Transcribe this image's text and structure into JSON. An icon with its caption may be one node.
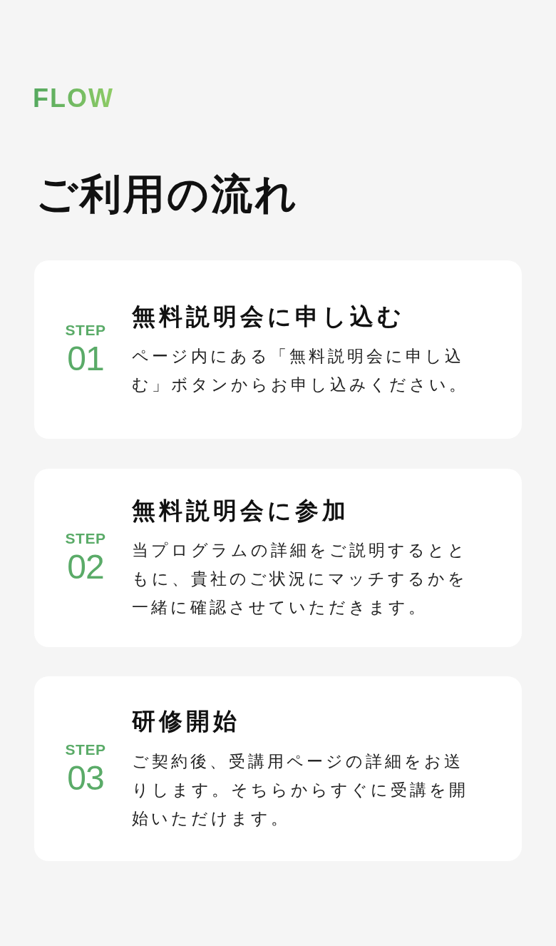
{
  "diagram": {
    "title": "ご利用の流れ",
    "nodes": [
      {
        "text": [
          "STEP",
          "01",
          "無料説明会に申し込む",
          "ページ内にある「無料説明会に申し込む」ボタンからお申し込みください。"
        ]
      },
      {
        "text": [
          "STEP",
          "02",
          "無料説明会に参加",
          "当プログラムの詳細をご説明するとともに、貴社のご状況にマッチするかを一緒に確認させていただきます。"
        ]
      },
      {
        "text": [
          "STEP",
          "03",
          "研修開始",
          "ご契約後、受講用ページの詳細をお送りします。そちらからすぐに受講を開始いただけます。"
        ]
      }
    ],
    "labels": [
      "FLOW"
    ]
  }
}
